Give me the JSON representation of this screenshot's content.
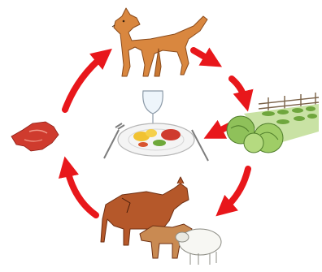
{
  "diagram": {
    "type": "cycle",
    "colors": {
      "arrow": "#e8171b",
      "dog_fur": "#d9873f",
      "horse_fur": "#b5582a",
      "meat": "#cf3b2e",
      "lettuce": "#8fc15a",
      "plate": "#f4f4f4",
      "sheep_wool": "#f7f7f3"
    },
    "nodes": [
      {
        "id": "dog",
        "icon": "dog-illustration"
      },
      {
        "id": "lettuce-field",
        "icon": "lettuce-and-fence-illustration"
      },
      {
        "id": "livestock",
        "icon": "horse-calf-sheep-illustration"
      },
      {
        "id": "raw-meat",
        "icon": "raw-meat-illustration"
      },
      {
        "id": "meal",
        "icon": "dinner-plate-with-wine-glass-illustration"
      }
    ]
  }
}
